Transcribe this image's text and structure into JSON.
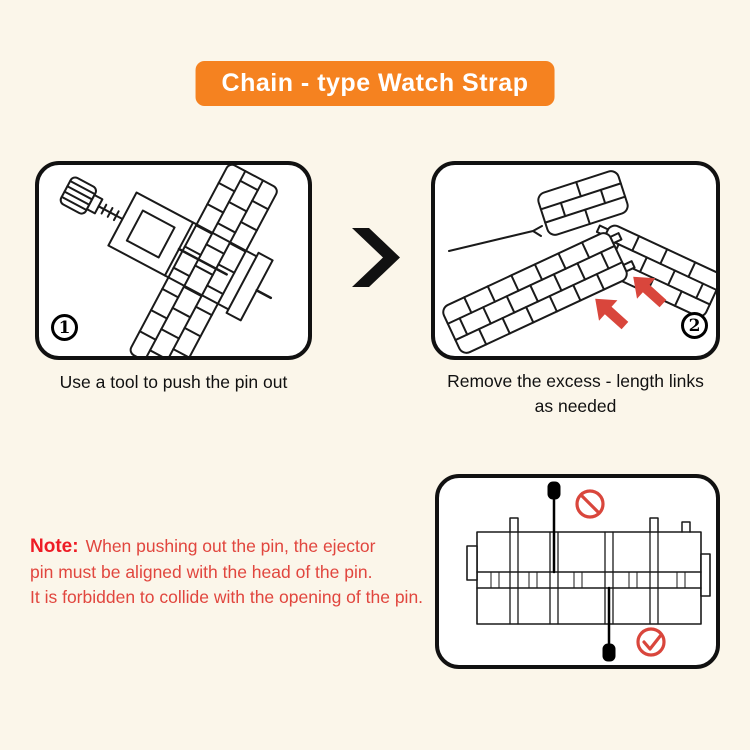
{
  "title": "Chain - type Watch Strap",
  "colors": {
    "background": "#FBF6EA",
    "banner": "#F58220",
    "banner_text": "#FFFFFF",
    "panel_border": "#111111",
    "body_text": "#111111",
    "line_art": "#1A1A1A",
    "note_label": "#EE1C25",
    "note_text": "#E1463E",
    "warning_red": "#D9463C"
  },
  "steps": [
    {
      "number": "1",
      "caption": "Use a tool to push the pin out",
      "illustration": "watch-band-pin-removal-tool"
    },
    {
      "number": "2",
      "caption_line1": "Remove the excess - length links",
      "caption_line2": "as needed",
      "illustration": "separated-watch-band-links"
    }
  ],
  "arrow_between_steps": "chevron-right-icon",
  "note": {
    "label": "Note:",
    "lines": [
      "When pushing out the pin, the ejector",
      "pin must be aligned with the head of the pin.",
      "It is forbidden to collide with the opening of the pin."
    ]
  },
  "detail_panel": {
    "illustration": "pin-alignment-cross-section",
    "symbols": [
      "prohibition-icon",
      "check-icon"
    ]
  }
}
